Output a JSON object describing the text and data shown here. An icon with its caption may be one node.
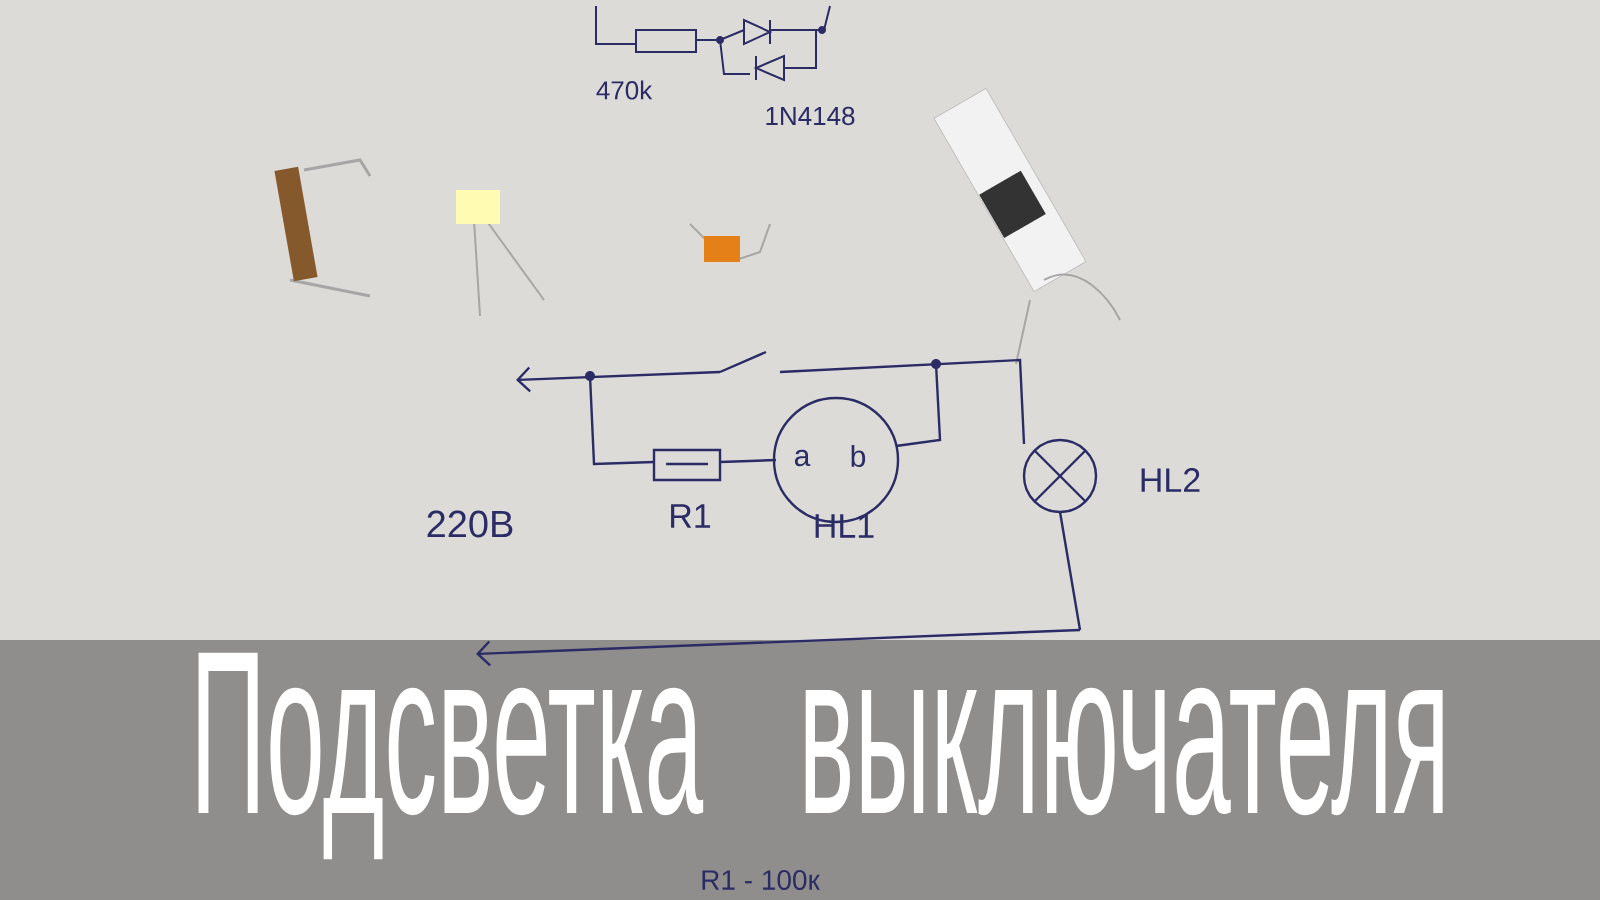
{
  "diagram": {
    "title": "Подсветка выключателя",
    "labels": [
      "470k",
      "1N4148",
      "a",
      "b",
      "HL2",
      "220В",
      "R1",
      "HL1",
      "R1 - 100к"
    ]
  }
}
